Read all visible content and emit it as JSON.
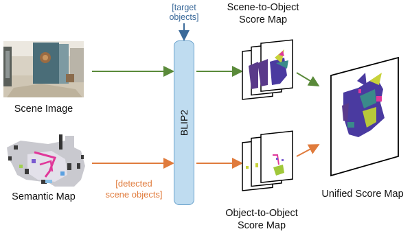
{
  "labels": {
    "target_objects_line1": "[target",
    "target_objects_line2": "objects]",
    "scene_to_object_line1": "Scene-to-Object",
    "scene_to_object_line2": "Score Map",
    "scene_image": "Scene Image",
    "blip2": "BLIP2",
    "semantic_map": "Semantic Map",
    "detected_line1": "[detected",
    "detected_line2": "scene objects]",
    "object_to_object_line1": "Object-to-Object",
    "object_to_object_line2": "Score Map",
    "unified_score_map": "Unified Score Map"
  },
  "colors": {
    "green_arrow": "#5a8a3a",
    "orange_arrow": "#e07b3c",
    "blue_arrow": "#3b6a9a",
    "blip_fill": "#bfdcf0",
    "blip_border": "#6aa2cc",
    "map_purple": "#5a3a8a",
    "map_yellow": "#c8d23a",
    "map_pink": "#e0389a",
    "map_teal": "#3a8a8a"
  }
}
